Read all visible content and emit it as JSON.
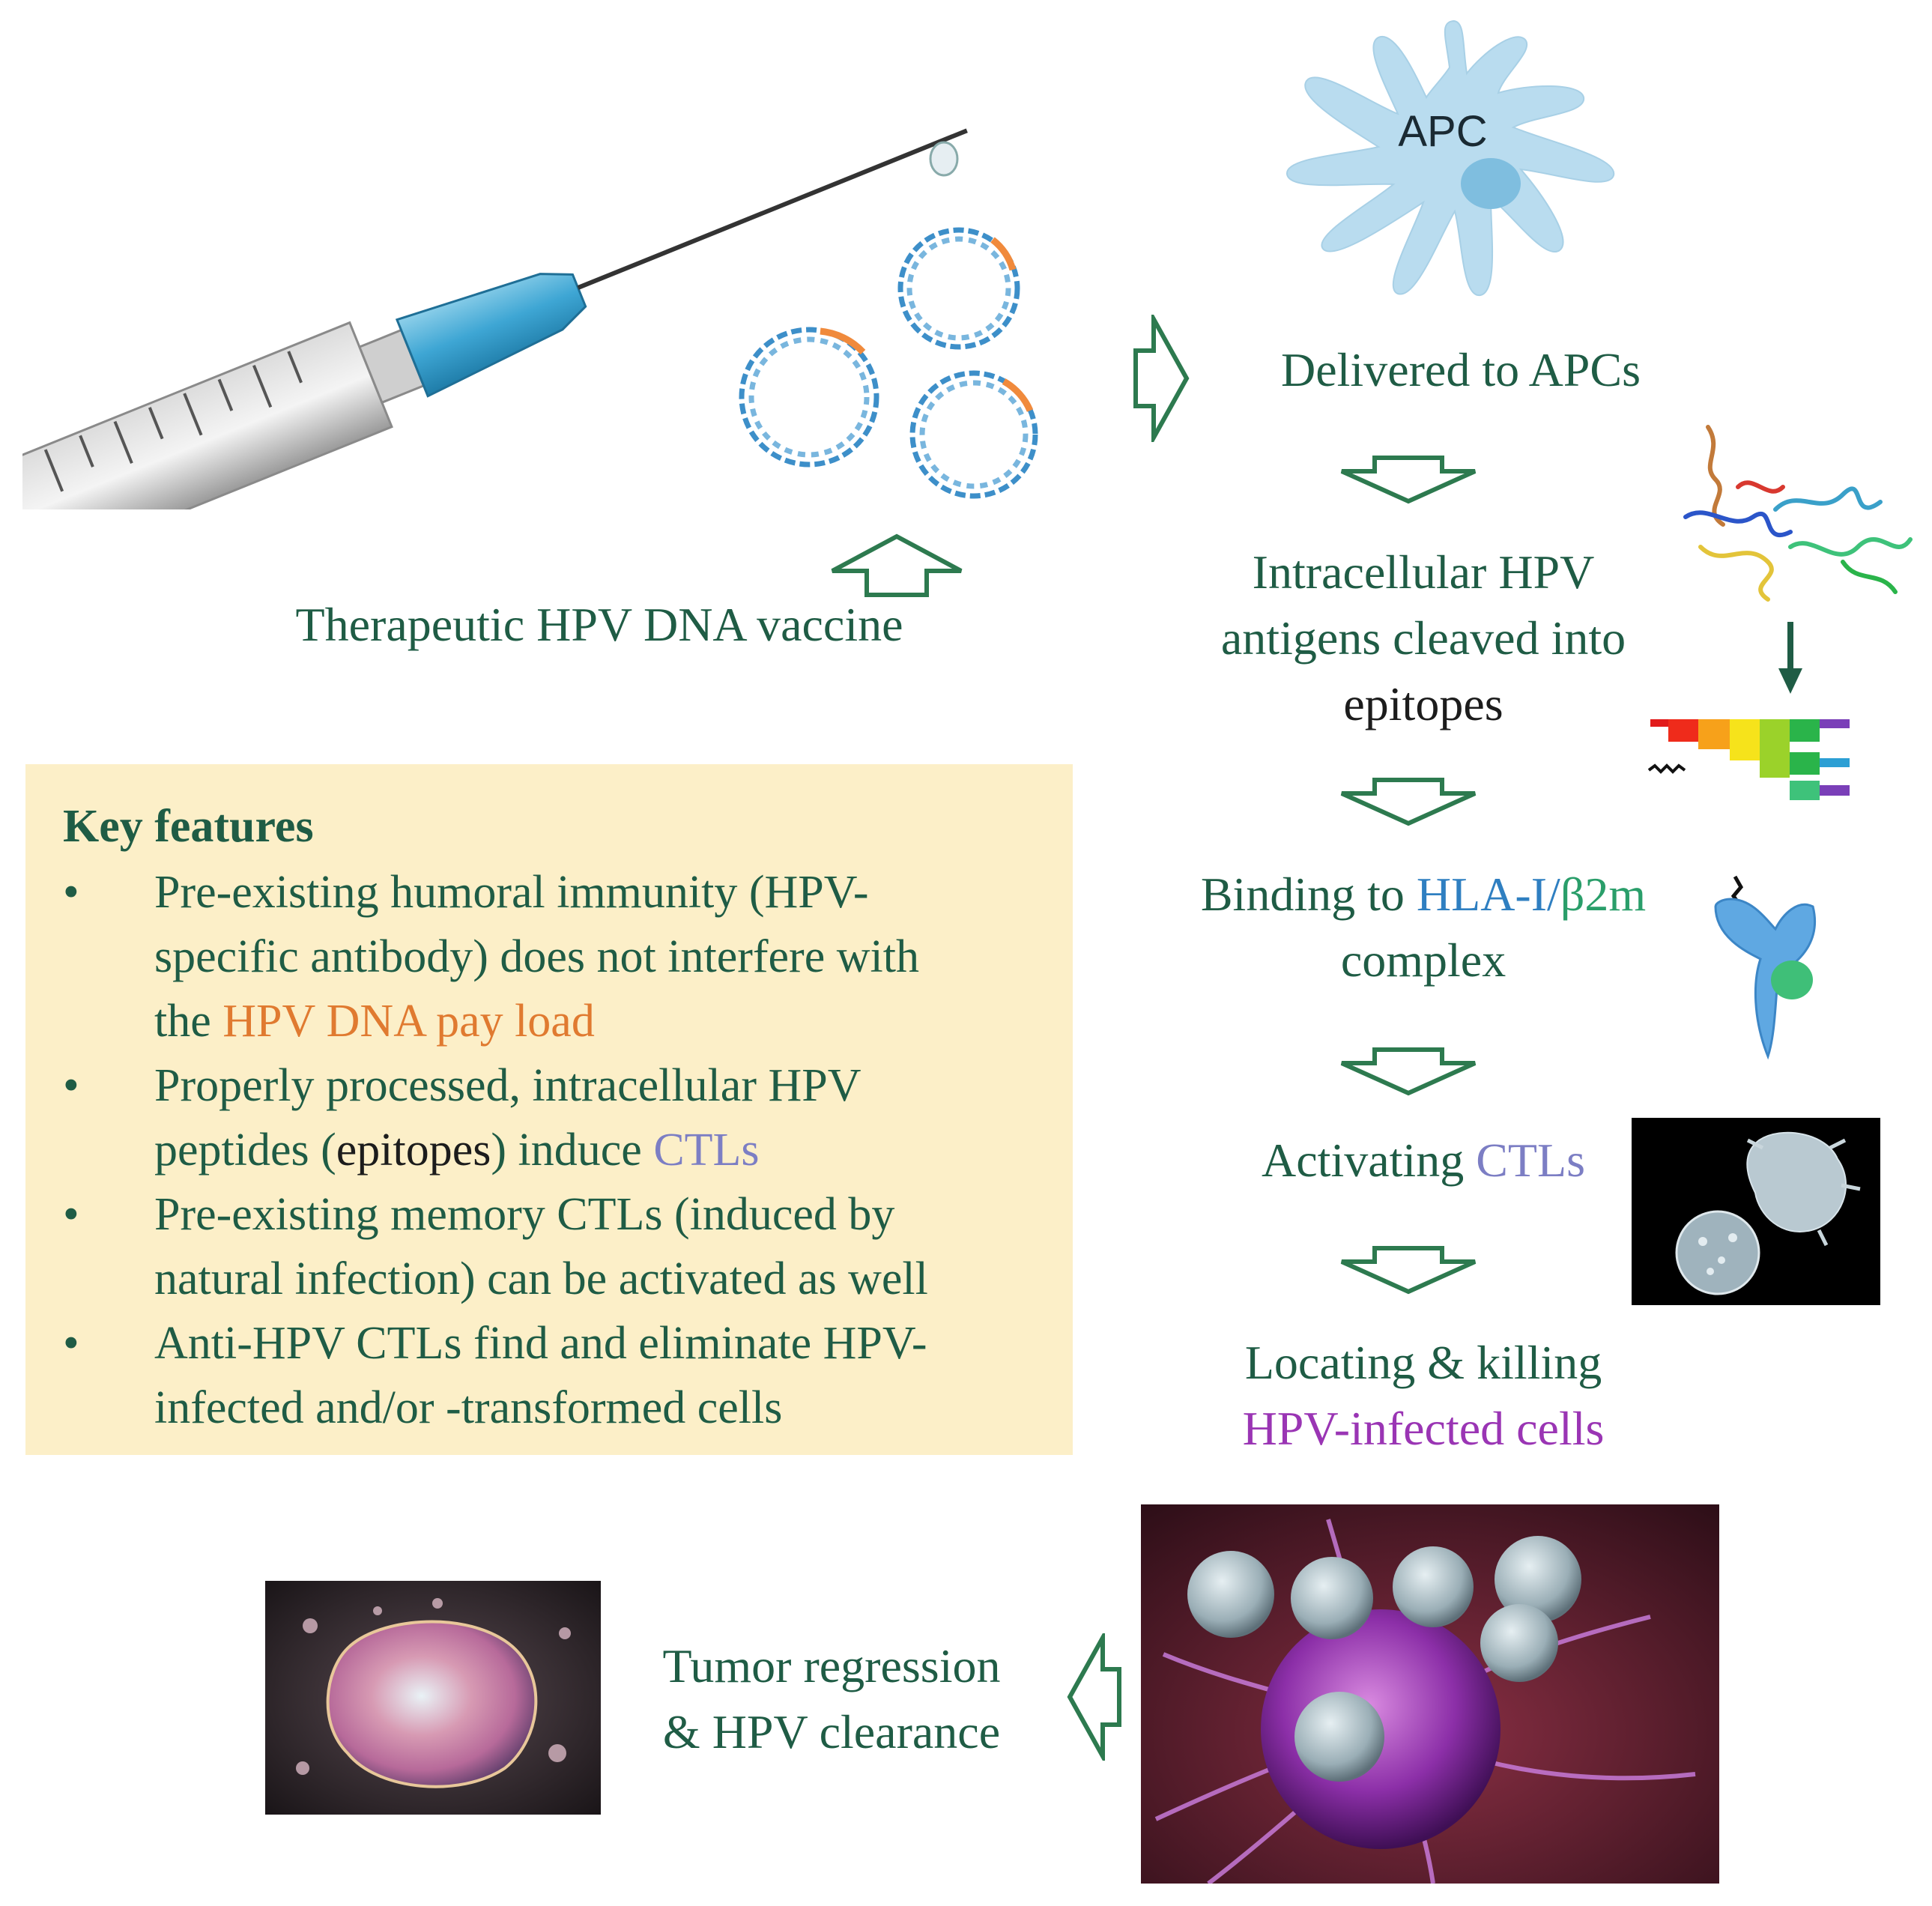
{
  "vaccine_label": "Therapeutic HPV DNA vaccine",
  "apc_label": "APC",
  "steps": {
    "delivered": "Delivered to APCs",
    "cleaved_l1": "Intracellular HPV",
    "cleaved_l2": "antigens cleaved into",
    "cleaved_l3": "epitopes",
    "binding_pre": "Binding to ",
    "binding_hla": "HLA-I/",
    "binding_b2m": "β2m",
    "binding_l2": "complex",
    "activating_pre": "Activating ",
    "activating_ctl": "CTLs",
    "locating_l1": "Locating & killing",
    "locating_l2": "HPV-infected cells",
    "tumor_l1": "Tumor regression",
    "tumor_l2": "& HPV clearance"
  },
  "key_features": {
    "title": "Key features",
    "bullet": "•",
    "f1_l1": "Pre-existing humoral immunity (HPV-",
    "f1_l2": "specific antibody) does not interfere with",
    "f1_l3_pre": "the ",
    "f1_l3_hl": "HPV DNA pay load",
    "f2_l1": "Properly processed, intracellular HPV",
    "f2_l2_pre": "peptides (",
    "f2_l2_epi": "epitopes",
    "f2_l2_mid": ") induce ",
    "f2_l2_ctl": "CTLs",
    "f3_l1": "Pre-existing memory CTLs (induced by",
    "f3_l2": "natural infection) can be activated as well",
    "f4_l1": "Anti-HPV CTLs find and eliminate HPV-",
    "f4_l2": "infected and/or -transformed cells"
  },
  "icons": [
    "syringe-icon",
    "plasmid-icon",
    "apc-cell-icon",
    "protein-structure-icon",
    "epitope-fragments-icon",
    "hla-complex-icon",
    "ctl-cell-image",
    "ctl-attack-image",
    "tumor-cell-image",
    "hollow-arrow-icon"
  ],
  "colors": {
    "text_green": "#1f5c45",
    "ctl_purple": "#7c7ec4",
    "hla_blue": "#2f7fc1",
    "b2m_green": "#2a9e6a",
    "infected_purple": "#9a35b4",
    "payload_orange": "#e07a30",
    "panel_yellow": "#fcefc8",
    "apc_blue": "#b9dcef"
  }
}
